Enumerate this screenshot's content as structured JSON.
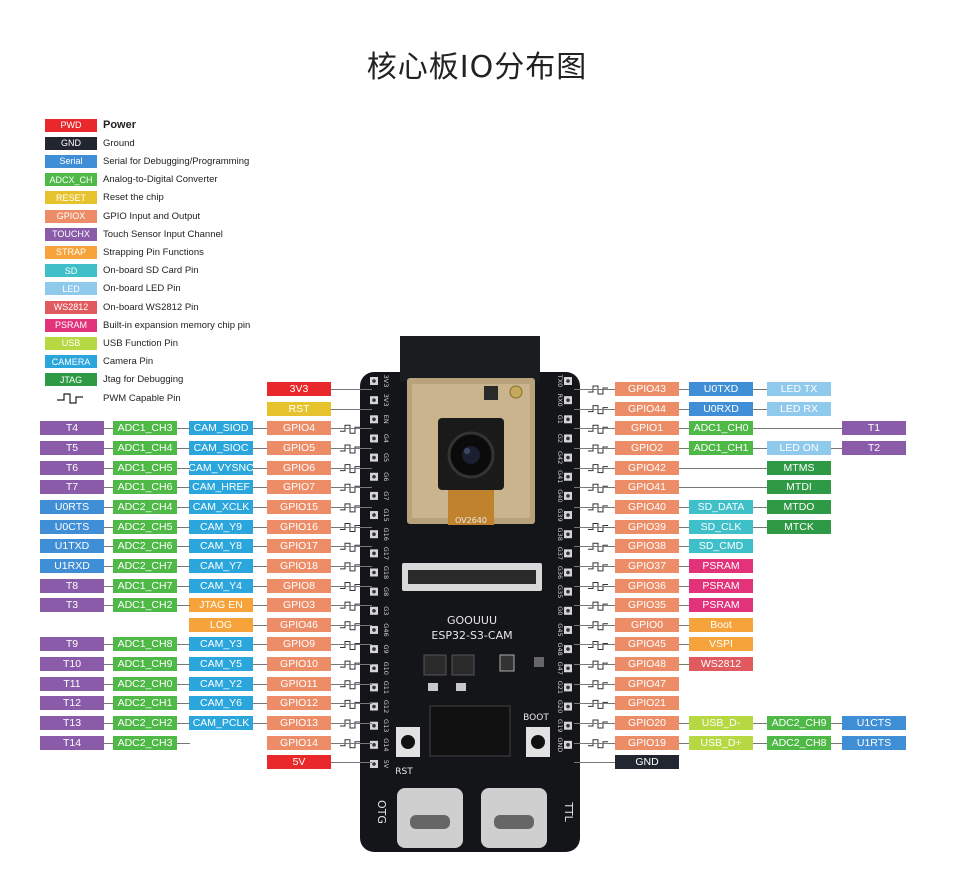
{
  "title": "核心板IO分布图",
  "legend": [
    {
      "code": "PWD",
      "desc": "Power",
      "color": "#e8282a",
      "bold": true
    },
    {
      "code": "GND",
      "desc": "Ground",
      "color": "#222630"
    },
    {
      "code": "Serial",
      "desc": "Serial for Debugging/Programming",
      "color": "#3f8ed6"
    },
    {
      "code": "ADCX_CH",
      "desc": "Analog-to-Digital Converter",
      "color": "#4fb947"
    },
    {
      "code": "RESET",
      "desc": "Reset the chip",
      "color": "#e6c32d"
    },
    {
      "code": "GPIOX",
      "desc": "GPIO Input and Output",
      "color": "#ec8d68"
    },
    {
      "code": "TOUCHX",
      "desc": "Touch Sensor Input Channel",
      "color": "#8a5ba8"
    },
    {
      "code": "STRAP",
      "desc": "Strapping Pin Functions",
      "color": "#f5a33a"
    },
    {
      "code": "SD",
      "desc": "On-board SD Card Pin",
      "color": "#3fbfc8"
    },
    {
      "code": "LED",
      "desc": "On-board LED Pin",
      "color": "#8fc9ec"
    },
    {
      "code": "WS2812",
      "desc": "On-board WS2812 Pin",
      "color": "#e05a5f"
    },
    {
      "code": "PSRAM",
      "desc": "Built-in expansion memory chip pin",
      "color": "#e2337a"
    },
    {
      "code": "USB",
      "desc": "USB Function Pin",
      "color": "#b6d843"
    },
    {
      "code": "CAMERA",
      "desc": "Camera Pin",
      "color": "#2ba6dc"
    },
    {
      "code": "JTAG",
      "desc": "Jtag for Debugging",
      "color": "#2e9a45"
    },
    {
      "code": "",
      "desc": "PWM Capable Pin",
      "color": "",
      "pwm": true
    }
  ],
  "left_pins": [
    {
      "gpio": "3V3",
      "kind": "power",
      "pwm": false
    },
    {
      "gpio": "RST",
      "kind": "reset",
      "pwm": false
    },
    {
      "gpio": "GPIO4",
      "touch": "T4",
      "adc": "ADC1_CH3",
      "f1": "CAM_SIOD",
      "f1k": "cam",
      "pwm": true
    },
    {
      "gpio": "GPIO5",
      "touch": "T5",
      "adc": "ADC1_CH4",
      "f1": "CAM_SIOC",
      "f1k": "cam",
      "pwm": true
    },
    {
      "gpio": "GPIO6",
      "touch": "T6",
      "adc": "ADC1_CH5",
      "f1": "CAM_VYSNC",
      "f1k": "cam",
      "pwm": true
    },
    {
      "gpio": "GPIO7",
      "touch": "T7",
      "adc": "ADC1_CH6",
      "f1": "CAM_HREF",
      "f1k": "cam",
      "pwm": true
    },
    {
      "gpio": "GPIO15",
      "touch": "U0RTS",
      "tk": "serial",
      "adc": "ADC2_CH4",
      "f1": "CAM_XCLK",
      "f1k": "cam",
      "pwm": true
    },
    {
      "gpio": "GPIO16",
      "touch": "U0CTS",
      "tk": "serial",
      "adc": "ADC2_CH5",
      "f1": "CAM_Y9",
      "f1k": "cam",
      "pwm": true
    },
    {
      "gpio": "GPIO17",
      "touch": "U1TXD",
      "tk": "serial",
      "adc": "ADC2_CH6",
      "f1": "CAM_Y8",
      "f1k": "cam",
      "pwm": true
    },
    {
      "gpio": "GPIO18",
      "touch": "U1RXD",
      "tk": "serial",
      "adc": "ADC2_CH7",
      "f1": "CAM_Y7",
      "f1k": "cam",
      "pwm": true
    },
    {
      "gpio": "GPIO8",
      "touch": "T8",
      "adc": "ADC1_CH7",
      "f1": "CAM_Y4",
      "f1k": "cam",
      "pwm": true
    },
    {
      "gpio": "GPIO3",
      "touch": "T3",
      "adc": "ADC1_CH2",
      "f1": "JTAG EN",
      "f1k": "strap",
      "pwm": true
    },
    {
      "gpio": "GPIO46",
      "f1": "LOG",
      "f1k": "strap",
      "pwm": true
    },
    {
      "gpio": "GPIO9",
      "touch": "T9",
      "adc": "ADC1_CH8",
      "f1": "CAM_Y3",
      "f1k": "cam",
      "pwm": true
    },
    {
      "gpio": "GPIO10",
      "touch": "T10",
      "adc": "ADC1_CH9",
      "f1": "CAM_Y5",
      "f1k": "cam",
      "pwm": true
    },
    {
      "gpio": "GPIO11",
      "touch": "T11",
      "adc": "ADC2_CH0",
      "f1": "CAM_Y2",
      "f1k": "cam",
      "pwm": true
    },
    {
      "gpio": "GPIO12",
      "touch": "T12",
      "adc": "ADC2_CH1",
      "f1": "CAM_Y6",
      "f1k": "cam",
      "pwm": true
    },
    {
      "gpio": "GPIO13",
      "touch": "T13",
      "adc": "ADC2_CH2",
      "f1": "CAM_PCLK",
      "f1k": "cam",
      "pwm": true
    },
    {
      "gpio": "GPIO14",
      "touch": "T14",
      "adc": "ADC2_CH3",
      "pwm": true
    },
    {
      "gpio": "5V",
      "kind": "power",
      "pwm": false
    }
  ],
  "right_pins": [
    {
      "gpio": "GPIO43",
      "f1": "U0TXD",
      "f1k": "serial",
      "f2": "LED TX",
      "f2k": "led",
      "pwm": true
    },
    {
      "gpio": "GPIO44",
      "f1": "U0RXD",
      "f1k": "serial",
      "f2": "LED RX",
      "f2k": "led",
      "pwm": true
    },
    {
      "gpio": "GPIO1",
      "f1": "ADC1_CH0",
      "f1k": "adc",
      "far": "T1",
      "pwm": true
    },
    {
      "gpio": "GPIO2",
      "f1": "ADC1_CH1",
      "f1k": "adc",
      "f2": "LED ON",
      "f2k": "led",
      "far": "T2",
      "pwm": true
    },
    {
      "gpio": "GPIO42",
      "f2": "MTMS",
      "f2k": "jtag",
      "pwm": true
    },
    {
      "gpio": "GPIO41",
      "f2": "MTDI",
      "f2k": "jtag",
      "pwm": true
    },
    {
      "gpio": "GPIO40",
      "f1": "SD_DATA",
      "f1k": "sd",
      "f2": "MTDO",
      "f2k": "jtag",
      "pwm": true
    },
    {
      "gpio": "GPIO39",
      "f1": "SD_CLK",
      "f1k": "sd",
      "f2": "MTCK",
      "f2k": "jtag",
      "pwm": true
    },
    {
      "gpio": "GPIO38",
      "f1": "SD_CMD",
      "f1k": "sd",
      "pwm": true
    },
    {
      "gpio": "GPIO37",
      "f1": "PSRAM",
      "f1k": "psram",
      "pwm": true
    },
    {
      "gpio": "GPIO36",
      "f1": "PSRAM",
      "f1k": "psram",
      "pwm": true
    },
    {
      "gpio": "GPIO35",
      "f1": "PSRAM",
      "f1k": "psram",
      "pwm": true
    },
    {
      "gpio": "GPIO0",
      "f1": "Boot",
      "f1k": "strap",
      "pwm": true
    },
    {
      "gpio": "GPIO45",
      "f1": "VSPI",
      "f1k": "strap",
      "pwm": true
    },
    {
      "gpio": "GPIO48",
      "f1": "WS2812",
      "f1k": "ws",
      "pwm": true
    },
    {
      "gpio": "GPIO47",
      "pwm": true
    },
    {
      "gpio": "GPIO21",
      "pwm": true
    },
    {
      "gpio": "GPIO20",
      "f1": "USB_D-",
      "f1k": "usb",
      "f2": "ADC2_CH9",
      "f2k": "adc",
      "far": "U1CTS",
      "fark": "serial",
      "pwm": true
    },
    {
      "gpio": "GPIO19",
      "f1": "USB_D+",
      "f1k": "usb",
      "f2": "ADC2_CH8",
      "f2k": "adc",
      "far": "U1RTS",
      "fark": "serial",
      "pwm": true
    },
    {
      "gpio": "GND",
      "kind": "gnd",
      "pwm": false
    }
  ],
  "board": {
    "model_top": "GOOUUU",
    "model": "ESP32-S3-CAM",
    "camera_label": "OV2640",
    "btn_rst": "RST",
    "btn_boot": "BOOT",
    "usb_left": "OTG",
    "usb_right": "TTL",
    "left_header": [
      "3V3",
      "3V3",
      "EN",
      "G4",
      "G5",
      "G6",
      "G7",
      "G15",
      "G16",
      "G17",
      "G18",
      "G8",
      "G3",
      "G46",
      "G9",
      "G10",
      "G11",
      "G12",
      "G13",
      "G14",
      "5V"
    ],
    "right_header": [
      "TX0",
      "RX0",
      "G1",
      "G2",
      "G42",
      "G41",
      "G40",
      "G39",
      "G38",
      "G37",
      "G36",
      "G35",
      "G0",
      "G45",
      "G48",
      "G47",
      "G21",
      "G20",
      "G19",
      "GND"
    ]
  },
  "colors": {
    "power": "#e8282a",
    "gnd": "#222630",
    "serial": "#3f8ed6",
    "adc": "#4fb947",
    "reset": "#e6c32d",
    "gpio": "#ec8d68",
    "touch": "#8a5ba8",
    "strap": "#f5a33a",
    "sd": "#3fbfc8",
    "led": "#8fc9ec",
    "ws": "#e05a5f",
    "psram": "#e2337a",
    "usb": "#b6d843",
    "cam": "#2ba6dc",
    "jtag": "#2e9a45"
  }
}
